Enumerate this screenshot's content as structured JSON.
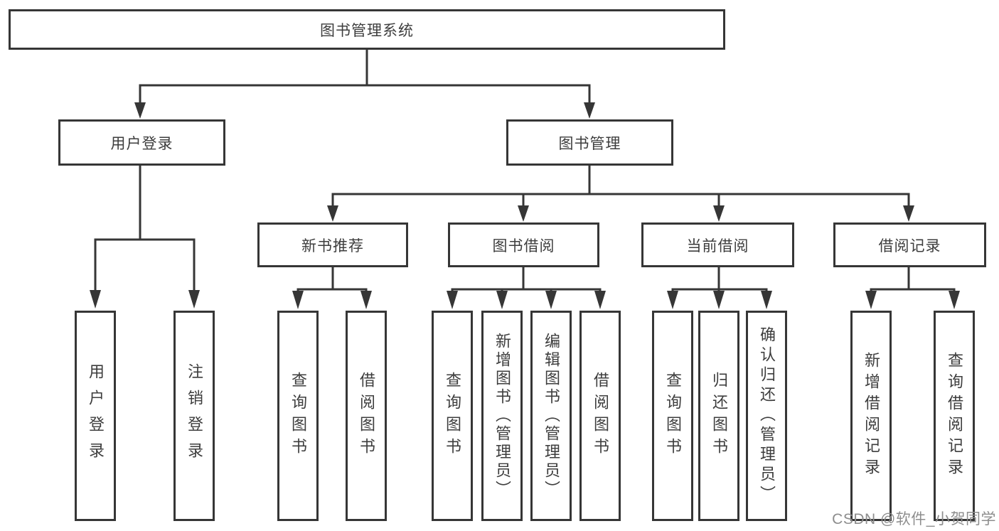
{
  "diagram": {
    "type": "hierarchy-tree",
    "nodes": {
      "root": "图书管理系统",
      "user_login": "用户登录",
      "book_mgmt": "图书管理",
      "new_book": "新书推荐",
      "book_borrow": "图书借阅",
      "current_borrow": "当前借阅",
      "borrow_record": "借阅记录",
      "leaf_user_login": "用户登录",
      "leaf_logout": "注销登录",
      "leaf_nb_query": "查询图书",
      "leaf_nb_borrow": "借阅图书",
      "leaf_bb_query": "查询图书",
      "leaf_bb_add": "新增图书（管理员）",
      "leaf_bb_edit": "编辑图书（管理员）",
      "leaf_bb_borrow": "借阅图书",
      "leaf_cb_query": "查询图书",
      "leaf_cb_return": "归还图书",
      "leaf_cb_confirm": "确认归还（管理员）",
      "leaf_br_add": "新增借阅记录",
      "leaf_br_query": "查询借阅记录"
    },
    "edges": [
      [
        "图书管理系统",
        "用户登录"
      ],
      [
        "图书管理系统",
        "图书管理"
      ],
      [
        "用户登录",
        "用户登录"
      ],
      [
        "用户登录",
        "注销登录"
      ],
      [
        "图书管理",
        "新书推荐"
      ],
      [
        "图书管理",
        "图书借阅"
      ],
      [
        "图书管理",
        "当前借阅"
      ],
      [
        "图书管理",
        "借阅记录"
      ],
      [
        "新书推荐",
        "查询图书"
      ],
      [
        "新书推荐",
        "借阅图书"
      ],
      [
        "图书借阅",
        "查询图书"
      ],
      [
        "图书借阅",
        "新增图书（管理员）"
      ],
      [
        "图书借阅",
        "编辑图书（管理员）"
      ],
      [
        "图书借阅",
        "借阅图书"
      ],
      [
        "当前借阅",
        "查询图书"
      ],
      [
        "当前借阅",
        "归还图书"
      ],
      [
        "当前借阅",
        "确认归还（管理员）"
      ],
      [
        "借阅记录",
        "新增借阅记录"
      ],
      [
        "借阅记录",
        "查询借阅记录"
      ]
    ],
    "colors": {
      "line": "#363636",
      "box_border": "#363636",
      "box_fill": "#ffffff",
      "text": "#3d3d3d",
      "watermark": "#8d8d8d",
      "background": "#ffffff"
    },
    "watermark": "CSDN @软件_小贺同学"
  }
}
